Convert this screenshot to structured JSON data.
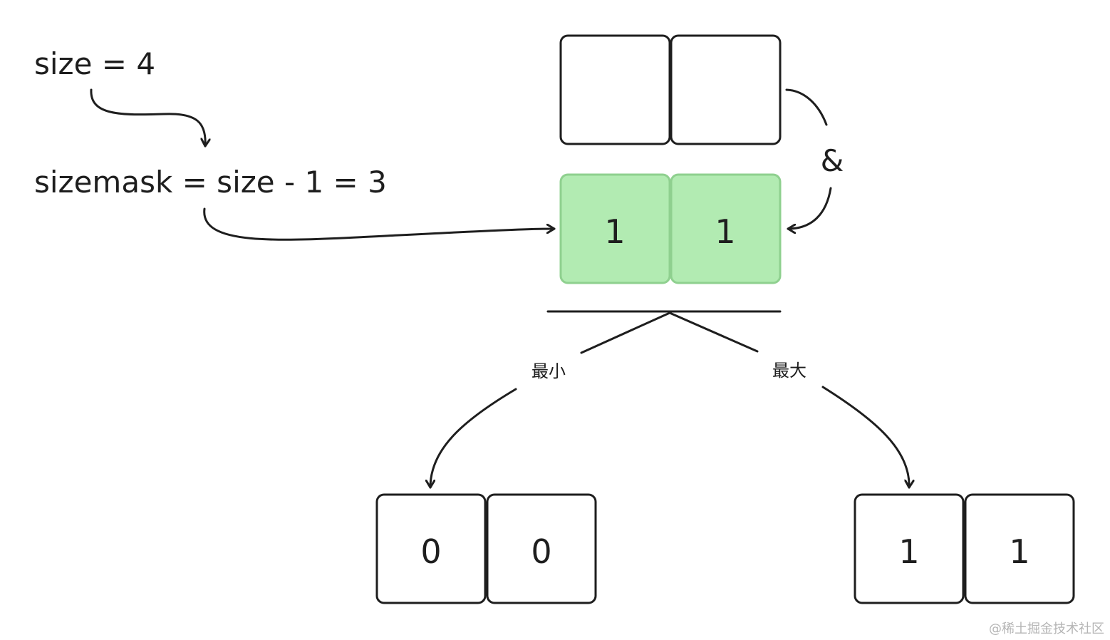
{
  "expressions": {
    "size": "size = 4",
    "sizemask": "sizemask = size - 1 = 3"
  },
  "operator": "&",
  "registers": {
    "top": {
      "bits": [
        "",
        ""
      ]
    },
    "mask": {
      "bits": [
        "1",
        "1"
      ],
      "fill": "#b2ebb2"
    },
    "min_result": {
      "bits": [
        "0",
        "0"
      ]
    },
    "max_result": {
      "bits": [
        "1",
        "1"
      ]
    }
  },
  "branches": {
    "min_label": "最小",
    "max_label": "最大"
  },
  "watermark": "@稀土掘金技术社区"
}
